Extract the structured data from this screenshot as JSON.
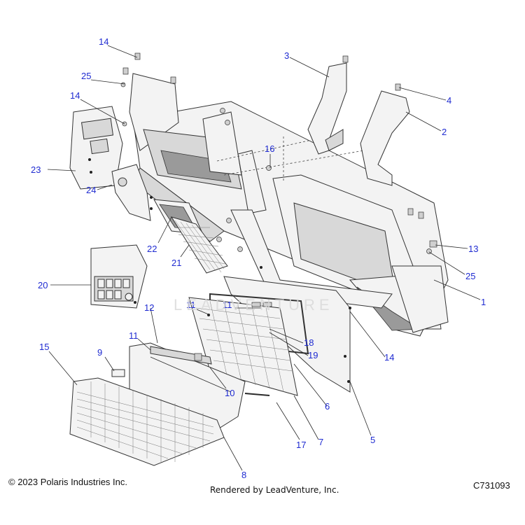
{
  "footer": {
    "copyright": "© 2023 Polaris Industries Inc.",
    "rendered_by": "Rendered by LeadVenture, Inc.",
    "drawing_code": "C731093"
  },
  "watermark": {
    "text": "LEADVENTURE"
  },
  "callouts": [
    {
      "id": "c14a",
      "label": "14"
    },
    {
      "id": "c25a",
      "label": "25"
    },
    {
      "id": "c14b",
      "label": "14"
    },
    {
      "id": "c23",
      "label": "23"
    },
    {
      "id": "c24",
      "label": "24"
    },
    {
      "id": "c3",
      "label": "3"
    },
    {
      "id": "c4",
      "label": "4"
    },
    {
      "id": "c2",
      "label": "2"
    },
    {
      "id": "c16",
      "label": "16"
    },
    {
      "id": "c13",
      "label": "13"
    },
    {
      "id": "c25b",
      "label": "25"
    },
    {
      "id": "c22",
      "label": "22"
    },
    {
      "id": "c21",
      "label": "21"
    },
    {
      "id": "c20",
      "label": "20"
    },
    {
      "id": "c1",
      "label": "1"
    },
    {
      "id": "c11a",
      "label": "11"
    },
    {
      "id": "c11b",
      "label": "11"
    },
    {
      "id": "c12",
      "label": "12"
    },
    {
      "id": "c11c",
      "label": "11"
    },
    {
      "id": "c18",
      "label": "18"
    },
    {
      "id": "c19",
      "label": "19"
    },
    {
      "id": "c14c",
      "label": "14"
    },
    {
      "id": "c15",
      "label": "15"
    },
    {
      "id": "c9",
      "label": "9"
    },
    {
      "id": "c10",
      "label": "10"
    },
    {
      "id": "c6",
      "label": "6"
    },
    {
      "id": "c5",
      "label": "5"
    },
    {
      "id": "c17",
      "label": "17"
    },
    {
      "id": "c7",
      "label": "7"
    },
    {
      "id": "c8",
      "label": "8"
    }
  ]
}
